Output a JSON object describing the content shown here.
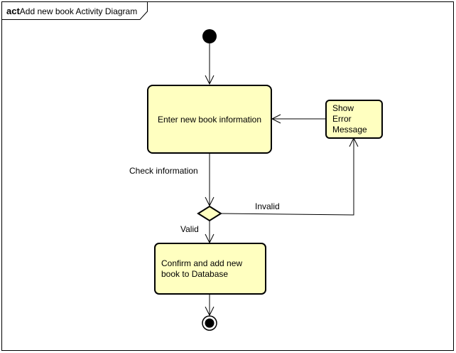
{
  "diagram": {
    "frame_keyword": "act",
    "frame_title": "Add new book Activity Diagram",
    "nodes": {
      "enter_info": {
        "text": "Enter new book information"
      },
      "show_error": {
        "lines": [
          "Show",
          "Error",
          "Message"
        ]
      },
      "confirm_add": {
        "lines": [
          "Confirm and add new",
          "book to Database"
        ]
      }
    },
    "edges": {
      "check_information": "Check information",
      "invalid": "Invalid",
      "valid": "Valid"
    },
    "colors": {
      "node_fill": "#ffffc0",
      "stroke": "#000000",
      "background": "#ffffff"
    }
  }
}
